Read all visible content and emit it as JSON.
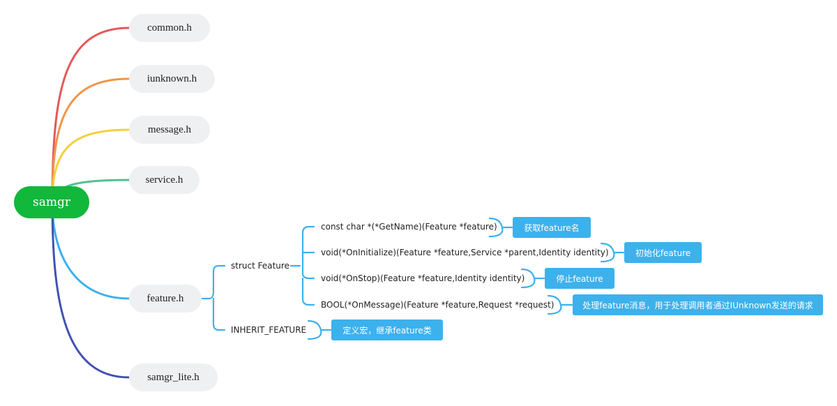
{
  "root": {
    "label": "samgr"
  },
  "files": [
    {
      "label": "common.h",
      "color": "#e55757"
    },
    {
      "label": "iunknown.h",
      "color": "#f0954a"
    },
    {
      "label": "message.h",
      "color": "#f5cf3c"
    },
    {
      "label": "service.h",
      "color": "#4fc28f"
    },
    {
      "label": "feature.h",
      "color": "#3db1ec"
    },
    {
      "label": "samgr_lite.h",
      "color": "#4152b3"
    }
  ],
  "feature_h": {
    "struct": {
      "label": "struct Feature",
      "members": [
        {
          "label": "const char *(*GetName)(Feature *feature)",
          "note": "获取feature名"
        },
        {
          "label": "void(*OnInitialize)(Feature *feature,Service *parent,Identity identity)",
          "note": "初始化feature"
        },
        {
          "label": "void(*OnStop)(Feature *feature,Identity identity)",
          "note": "停止feature"
        },
        {
          "label": "BOOL(*OnMessage)(Feature *feature,Request *request)",
          "note": "处理feature消息，用于处理调用者通过IUnknown发送的请求"
        }
      ]
    },
    "macro": {
      "label": "INHERIT_FEATURE",
      "note": "定义宏，继承feature类"
    }
  },
  "colors": {
    "root": "#12b83b",
    "accent": "#3db1ec",
    "pill": "#eef0f2"
  }
}
